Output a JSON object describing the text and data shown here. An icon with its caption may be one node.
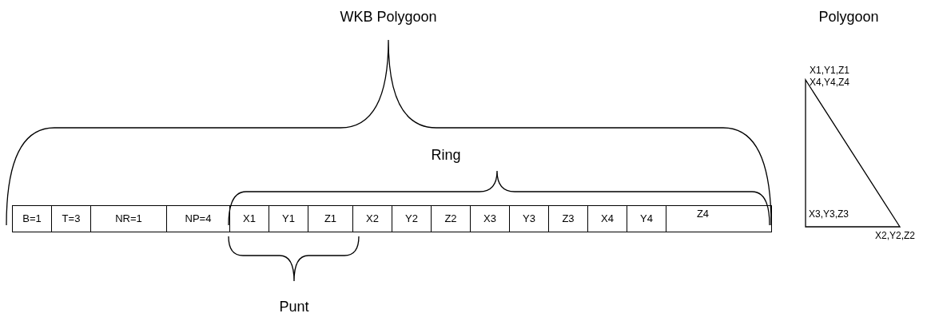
{
  "diagram": {
    "labels": [
      "WKB Polygoon",
      "Polygoon",
      "X1,Y1,Z1",
      "X4,Y4,Z4",
      "Ring",
      "B=1",
      "T=3",
      "NR=1",
      "NP=4",
      "X1",
      "Y1",
      "Z1",
      "X2",
      "Y2",
      "Z2",
      "X3",
      "Y3",
      "Z3",
      "X4",
      "Y4",
      "Z4",
      "X3,Y3,Z3",
      "X2,Y2,Z2",
      "Punt"
    ]
  }
}
